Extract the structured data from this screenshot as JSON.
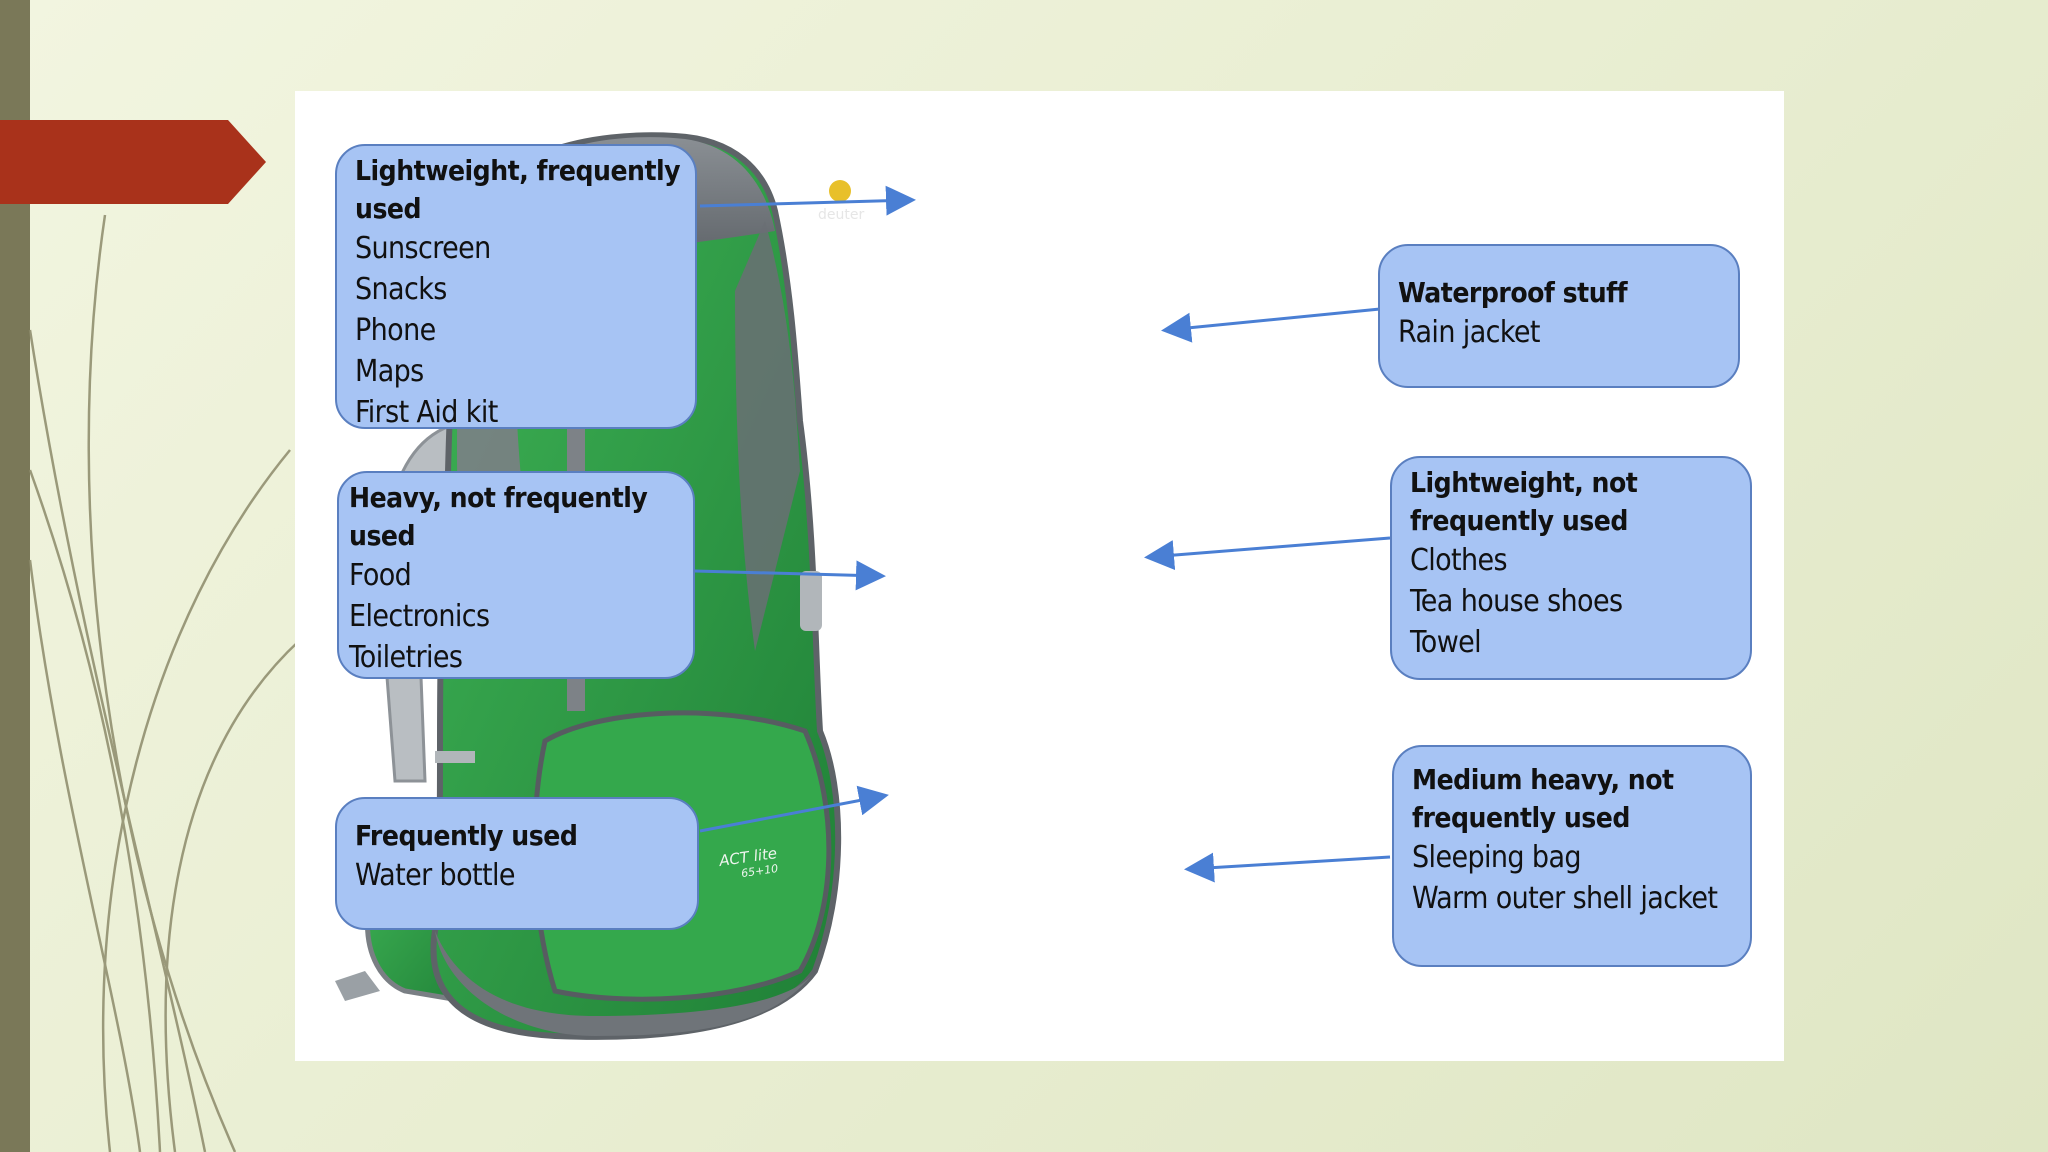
{
  "colors": {
    "accent_arrow": "#a9321b",
    "callout_fill": "#a7c4f4",
    "callout_border": "#5a7fc0",
    "leader_line": "#4a7fd4",
    "pack_green": "#2f9a45",
    "pack_gray": "#6f7479",
    "left_bar": "#7a7858"
  },
  "callouts": [
    {
      "title": "Lightweight, frequently used",
      "items": [
        "Sunscreen",
        "Snacks",
        "Phone",
        "Maps",
        "First Aid kit"
      ]
    },
    {
      "title": "Heavy, not frequently used",
      "items": [
        "Food",
        "Electronics",
        "Toiletries"
      ]
    },
    {
      "title": "Frequently used",
      "items": [
        "Water bottle"
      ]
    },
    {
      "title": "Waterproof stuff",
      "items": [
        "Rain jacket"
      ]
    },
    {
      "title": "Lightweight, not frequently used",
      "items": [
        "Clothes",
        "Tea house shoes",
        "Towel"
      ]
    },
    {
      "title": "Medium heavy, not frequently used",
      "items": [
        "Sleeping bag",
        "Warm outer shell jacket"
      ]
    }
  ],
  "backpack": {
    "brand": "deuter",
    "model": "ACT lite",
    "model_size": "65+10"
  }
}
